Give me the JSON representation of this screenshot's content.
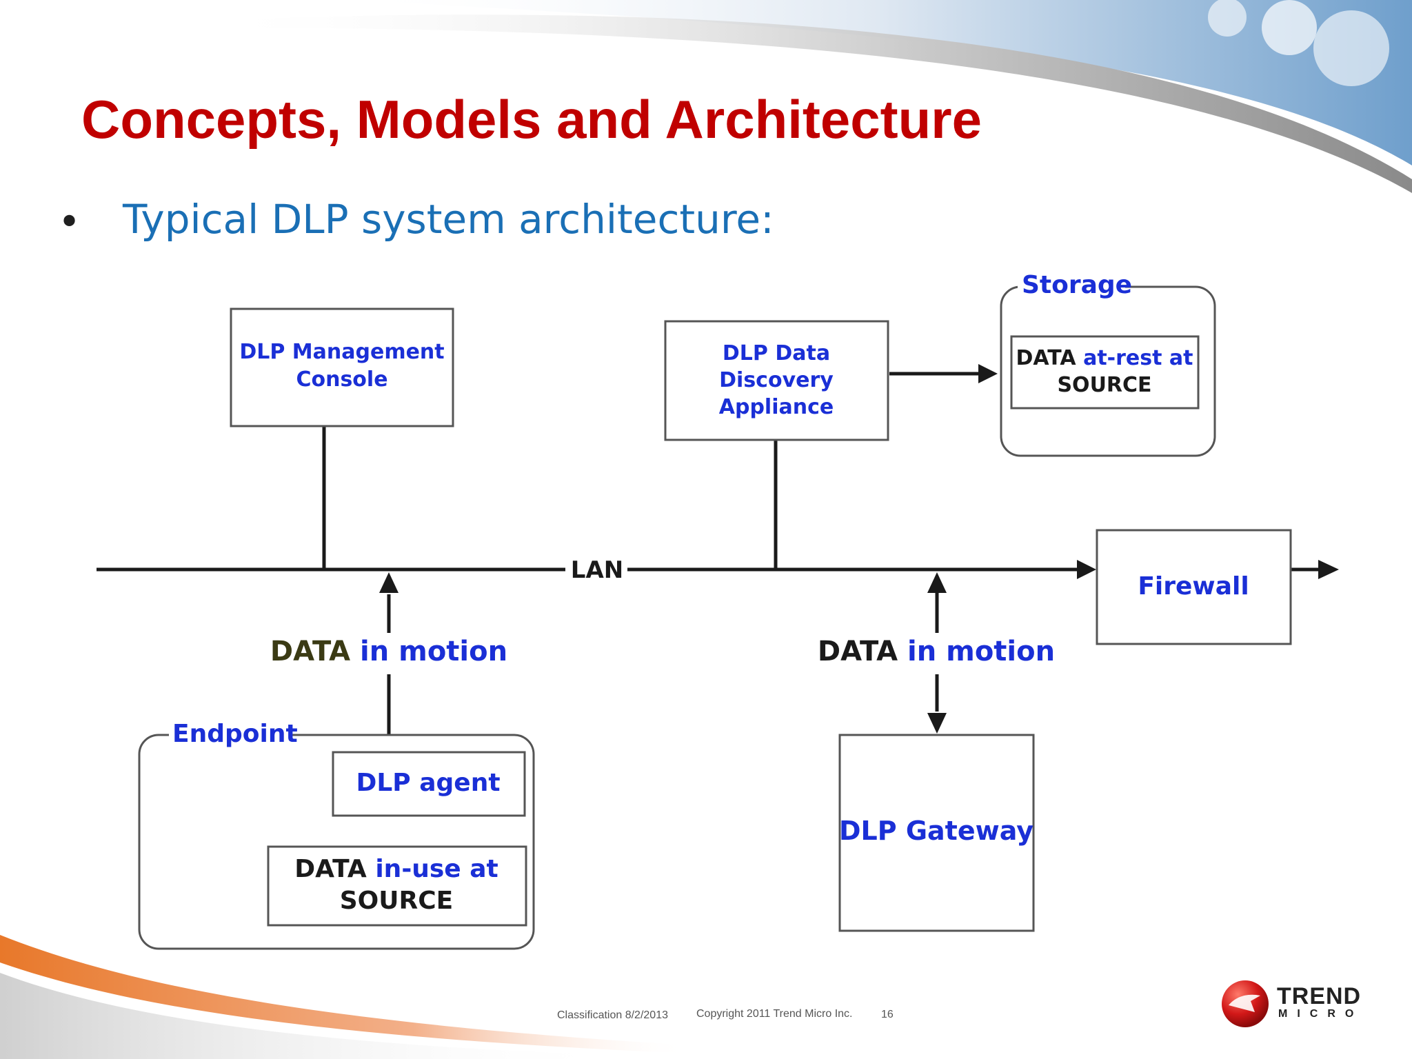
{
  "slide": {
    "title": "Concepts, Models and Architecture",
    "bullet": "Typical DLP system architecture:"
  },
  "diagram": {
    "mgmt_console": [
      "DLP Management",
      "Console"
    ],
    "discovery": [
      "DLP Data",
      "Discovery",
      "Appliance"
    ],
    "storage_label": "Storage",
    "at_rest": {
      "data": "DATA",
      "rest_a": "at-rest at",
      "rest_b": "SOURCE"
    },
    "lan": "LAN",
    "firewall": "Firewall",
    "motion_left": {
      "data": "DATA",
      "rest": "in motion"
    },
    "motion_right": {
      "data": "DATA",
      "rest": "in motion"
    },
    "endpoint_label": "Endpoint",
    "agent": "DLP agent",
    "in_use": {
      "data": "DATA",
      "rest_a": "in-use at",
      "rest_b": "SOURCE"
    },
    "gateway": "DLP Gateway"
  },
  "footer": {
    "classification": "Classification 8/2/2013",
    "copyright": "Copyright 2011   Trend Micro Inc.",
    "page": "16"
  },
  "logo": {
    "top": "TREND",
    "bottom": "MICRO"
  },
  "colors": {
    "title": "#c00000",
    "bullet": "#1a6fb5",
    "diagram_blue": "#1a2fd6",
    "diagram_dark": "#1a1a1a"
  }
}
